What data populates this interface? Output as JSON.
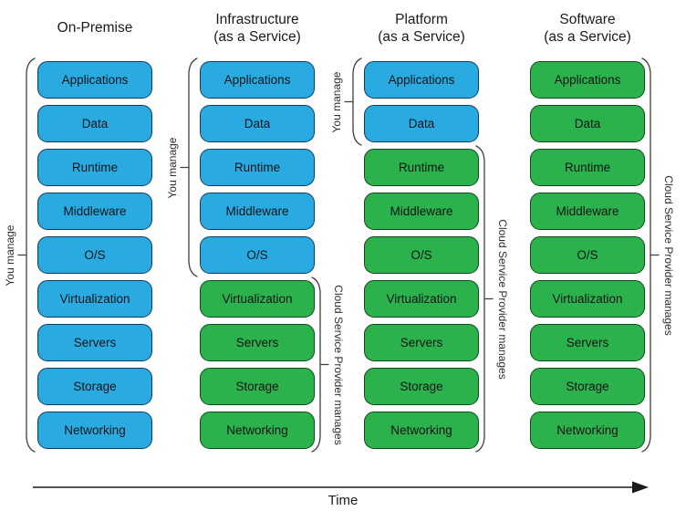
{
  "colors": {
    "you_manage_fill": "#29ABE2",
    "you_manage_border": "#103C5C",
    "provider_fill": "#2BB24C",
    "provider_border": "#0E4A1E",
    "brace_stroke": "#3F3F3F",
    "arrow_color": "#1a1a1a",
    "box_text": "#101418"
  },
  "layers": [
    "Applications",
    "Data",
    "Runtime",
    "Middleware",
    "O/S",
    "Virtualization",
    "Servers",
    "Storage",
    "Networking"
  ],
  "columns": [
    {
      "id": "on-premise",
      "title_lines": [
        "On-Premise"
      ],
      "owners": [
        "you",
        "you",
        "you",
        "you",
        "you",
        "you",
        "you",
        "you",
        "you"
      ],
      "brackets": [
        {
          "side": "left",
          "label": "You manage",
          "from": 0,
          "to": 8
        }
      ]
    },
    {
      "id": "iaas",
      "title_lines": [
        "Infrastructure",
        "(as a Service)"
      ],
      "owners": [
        "you",
        "you",
        "you",
        "you",
        "you",
        "provider",
        "provider",
        "provider",
        "provider"
      ],
      "brackets": [
        {
          "side": "left",
          "label": "You manage",
          "from": 0,
          "to": 4
        },
        {
          "side": "right",
          "label": "Cloud Service Provider manages",
          "from": 5,
          "to": 8
        }
      ]
    },
    {
      "id": "paas",
      "title_lines": [
        "Platform",
        "(as a Service)"
      ],
      "owners": [
        "you",
        "you",
        "provider",
        "provider",
        "provider",
        "provider",
        "provider",
        "provider",
        "provider"
      ],
      "brackets": [
        {
          "side": "left",
          "label": "You manage",
          "from": 0,
          "to": 1
        },
        {
          "side": "right",
          "label": "Cloud Service Provider manages",
          "from": 2,
          "to": 8
        }
      ]
    },
    {
      "id": "saas",
      "title_lines": [
        "Software",
        "(as a Service)"
      ],
      "owners": [
        "provider",
        "provider",
        "provider",
        "provider",
        "provider",
        "provider",
        "provider",
        "provider",
        "provider"
      ],
      "brackets": [
        {
          "side": "right",
          "label": "Cloud Service Provider manages",
          "from": 0,
          "to": 8
        }
      ]
    }
  ],
  "timeline": {
    "label": "Time"
  }
}
